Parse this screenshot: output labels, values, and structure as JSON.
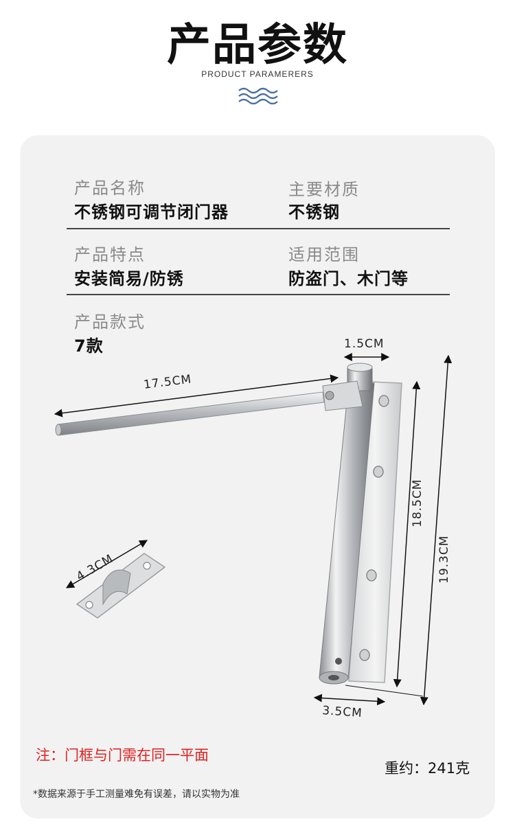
{
  "header": {
    "title": "产品参数",
    "subtitle": "PRODUCT PARAMERERS"
  },
  "params": {
    "name_label": "产品名称",
    "name_value": "不锈钢可调节闭门器",
    "material_label": "主要材质",
    "material_value": "不锈钢",
    "feature_label": "产品特点",
    "feature_value": "安装简易/防锈",
    "scope_label": "适用范围",
    "scope_value": "防盗门、木门等",
    "style_label": "产品款式",
    "style_value": "7款"
  },
  "dimensions": {
    "arm_length": "17.5CM",
    "top_width": "1.5CM",
    "plate_height": "18.5CM",
    "total_height": "19.3CM",
    "bracket_width": "4.3CM",
    "bottom_width": "3.5CM"
  },
  "note": "注：门框与门需在同一平面",
  "weight": "重约：241克",
  "footnote": "*数据来源于手工测量难免有误差，请以实物为准",
  "colors": {
    "accent_red": "#e02020",
    "wave_blue": "#4a6fa5"
  }
}
